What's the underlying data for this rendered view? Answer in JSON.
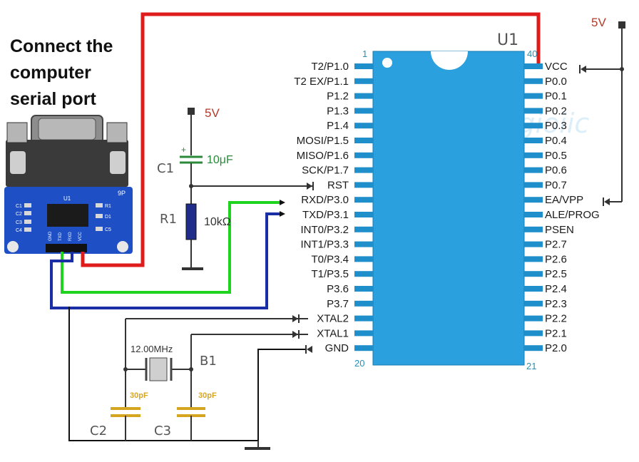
{
  "caption": [
    "Connect the",
    "computer",
    "serial port"
  ],
  "chip": {
    "ref": "U1",
    "pin_first": "1",
    "pin_20": "20",
    "pin_21": "21",
    "pin_40": "40",
    "left_pins": [
      "T2/P1.0",
      "T2 EX/P1.1",
      "P1.2",
      "P1.3",
      "P1.4",
      "MOSI/P1.5",
      "MISO/P1.6",
      "SCK/P1.7",
      "RST",
      "RXD/P3.0",
      "TXD/P3.1",
      "INT0/P3.2",
      "INT1/P3.3",
      "T0/P3.4",
      "T1/P3.5",
      "P3.6",
      "P3.7",
      "XTAL2",
      "XTAL1",
      "GND"
    ],
    "right_pins": [
      "VCC",
      "P0.0",
      "P0.1",
      "P0.2",
      "P0.3",
      "P0.4",
      "P0.5",
      "P0.6",
      "P0.7",
      "EA/VPP",
      "ALE/PROG",
      "PSEN",
      "P2.7",
      "P2.6",
      "P2.5",
      "P2.4",
      "P2.3",
      "P2.2",
      "P2.1",
      "P2.0"
    ]
  },
  "power": {
    "vcc_label": "5V",
    "rst_supply_label": "5V"
  },
  "components": {
    "c1_ref": "C1",
    "c1_value": "10μF",
    "r1_ref": "R1",
    "r1_value": "10kΩ",
    "crystal_value": "12.00MHz",
    "crystal_ref": "B1",
    "c2_ref": "C2",
    "c2_value": "30pF",
    "c3_ref": "C3",
    "c3_value": "30pF"
  },
  "module": {
    "chip_label": "U1",
    "port_label": "9P",
    "pin_labels": [
      "GND",
      "TXD",
      "RXD",
      "VCC"
    ],
    "part_labels": [
      "R1",
      "D1",
      "C5",
      "C1",
      "C2",
      "C3",
      "C4"
    ]
  },
  "watermark": "thegioiic",
  "colors": {
    "chip_body": "#2aa1de",
    "pin_pad": "#1f8fcc",
    "wire_red": "#e01b1b",
    "wire_green": "#1ed41e",
    "wire_blue": "#1a2fa6",
    "wire_black": "#111111",
    "board": "#1e4fc4"
  }
}
